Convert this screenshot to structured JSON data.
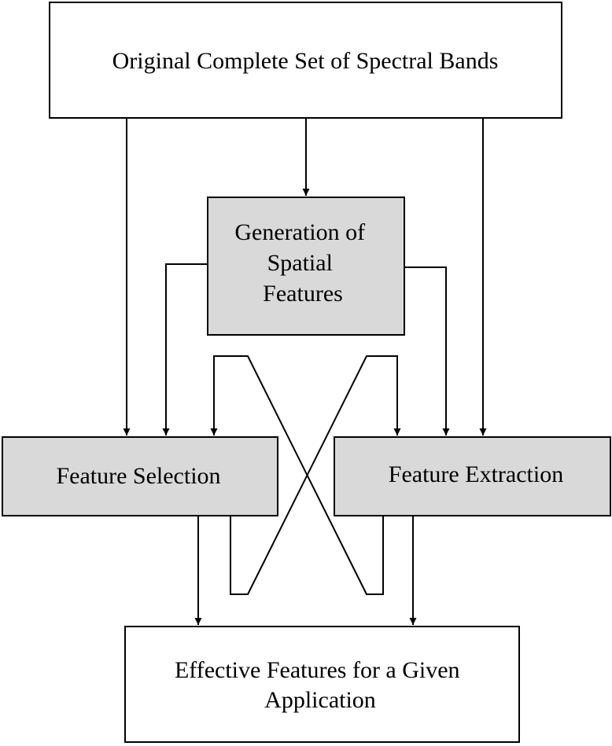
{
  "colors": {
    "background": "#ffffff",
    "plain_box_fill": "#ffffff",
    "shaded_box_fill": "#d9d9d9",
    "stroke": "#000000"
  },
  "nodes": {
    "original_bands": {
      "lines": [
        "Original Complete Set of Spectral Bands"
      ]
    },
    "spatial_features": {
      "lines": [
        "Generation of",
        "Spatial",
        "Features"
      ]
    },
    "feature_selection": {
      "lines": [
        "Feature Selection"
      ]
    },
    "feature_extraction": {
      "lines": [
        "Feature Extraction"
      ]
    },
    "effective_features": {
      "lines": [
        "Effective Features for a Given",
        "Application"
      ]
    }
  }
}
